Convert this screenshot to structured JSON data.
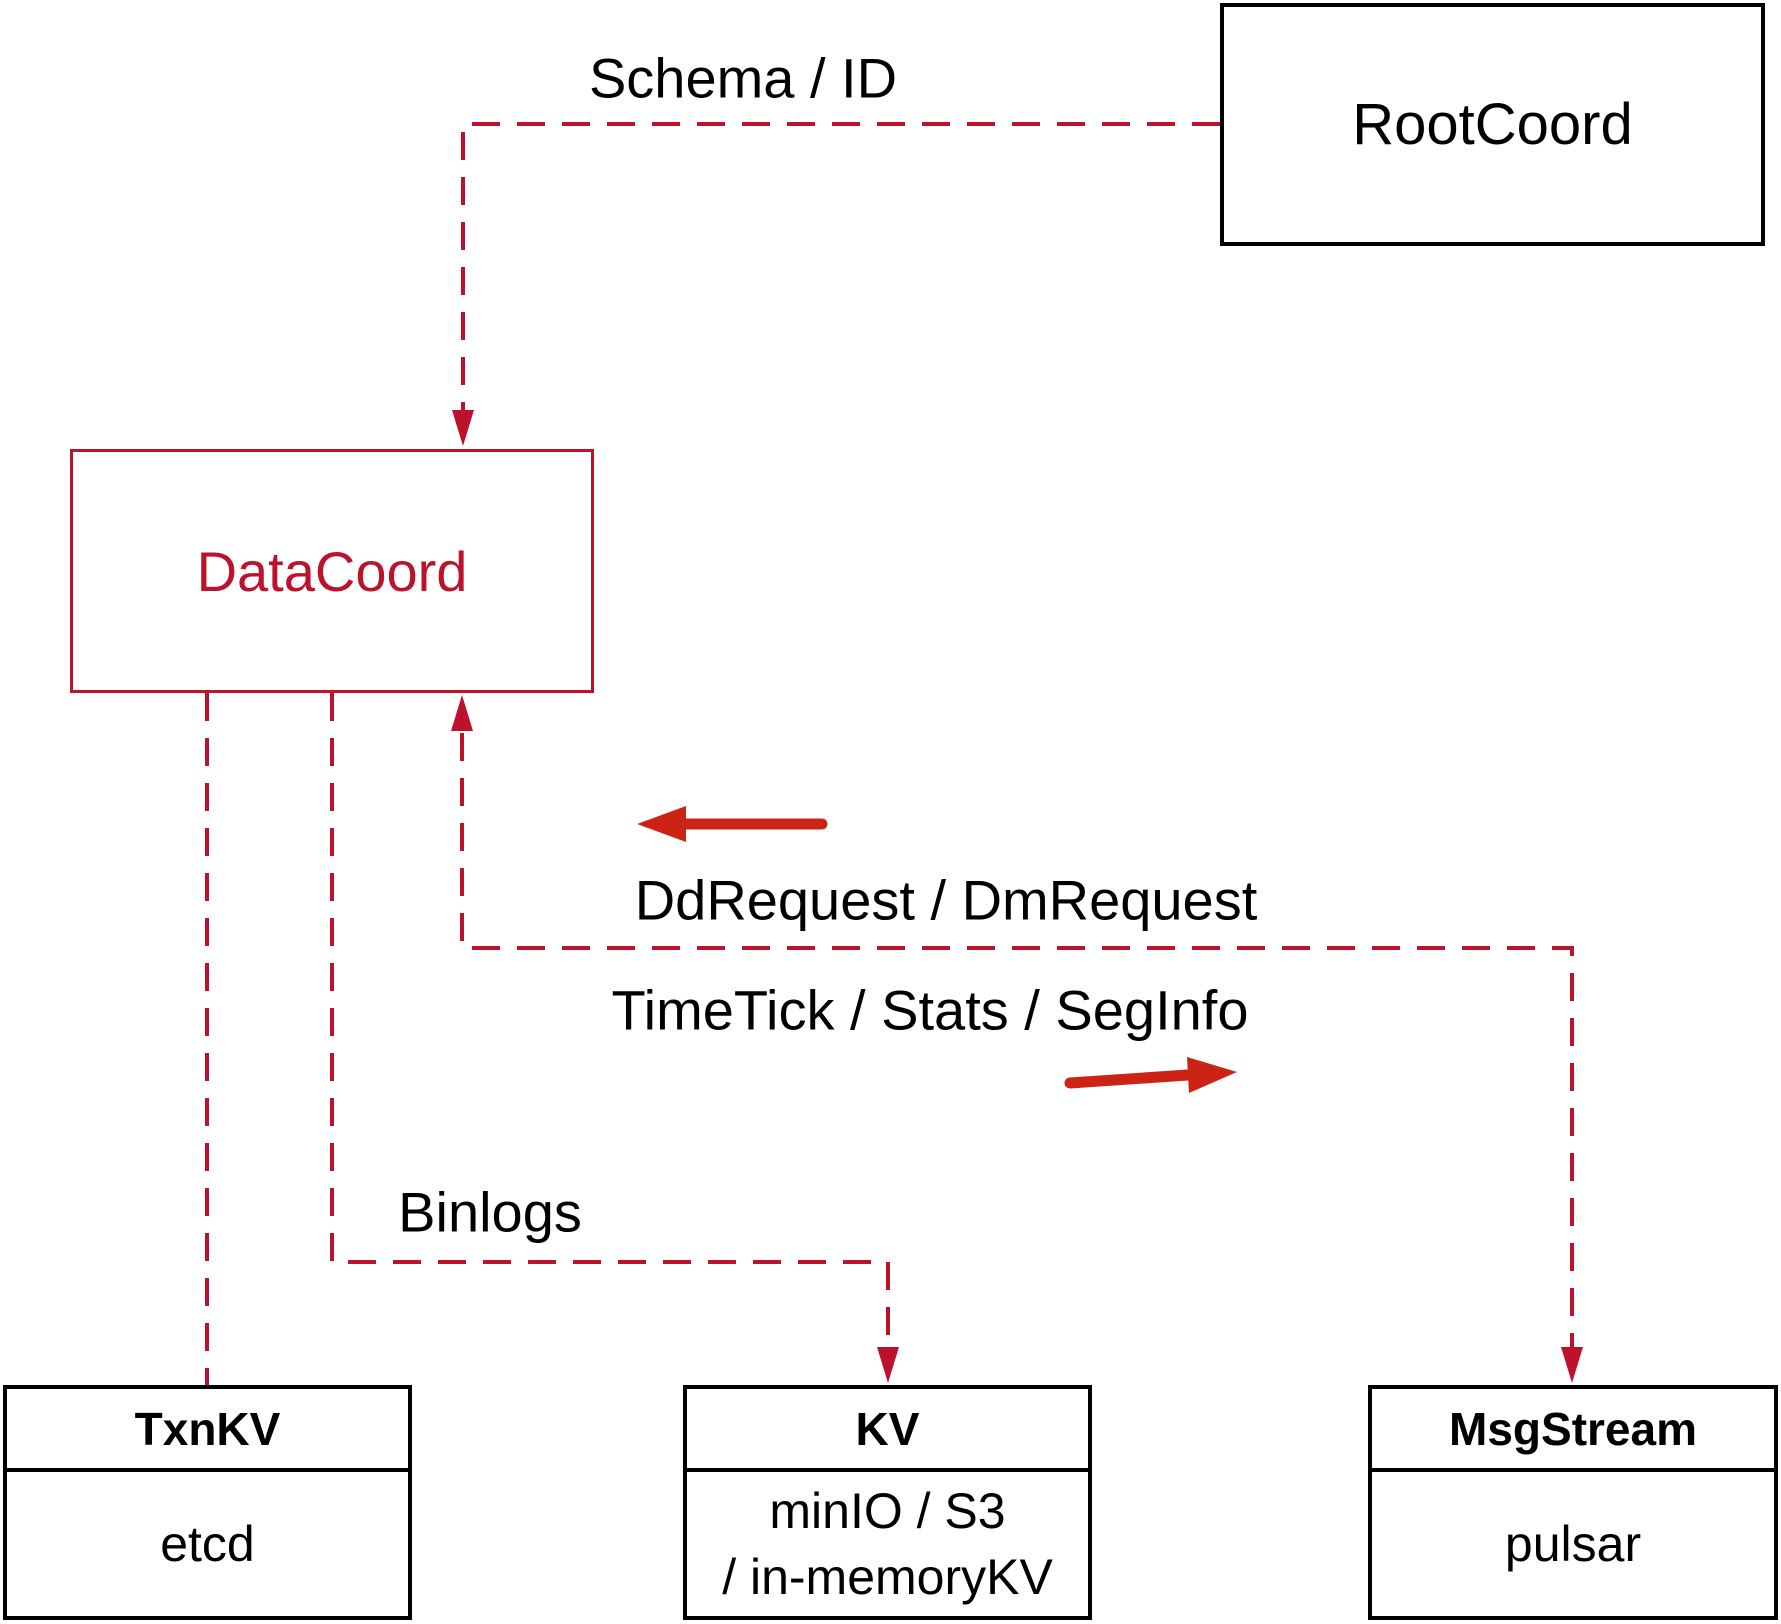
{
  "diagram": {
    "colors": {
      "background": "#FFFFFF",
      "text": "#000000",
      "box_border": "#000000",
      "accent_box_border": "#BD122C",
      "dashed_line": "#BD122C",
      "solid_arrow": "#CB2415"
    },
    "nodes": {
      "rootcoord": {
        "label": "RootCoord"
      },
      "datacoord": {
        "label": "DataCoord"
      },
      "txnkv": {
        "title": "TxnKV",
        "body": "etcd"
      },
      "kv": {
        "title": "KV",
        "body_line1": "minIO / S3",
        "body_line2": "/ in-memoryKV"
      },
      "msgstream": {
        "title": "MsgStream",
        "body": "pulsar"
      }
    },
    "edge_labels": {
      "schema": "Schema / ID",
      "dd_request": "DdRequest / DmRequest",
      "time_tick": "TimeTick / Stats / SegInfo",
      "binlogs": "Binlogs"
    }
  }
}
